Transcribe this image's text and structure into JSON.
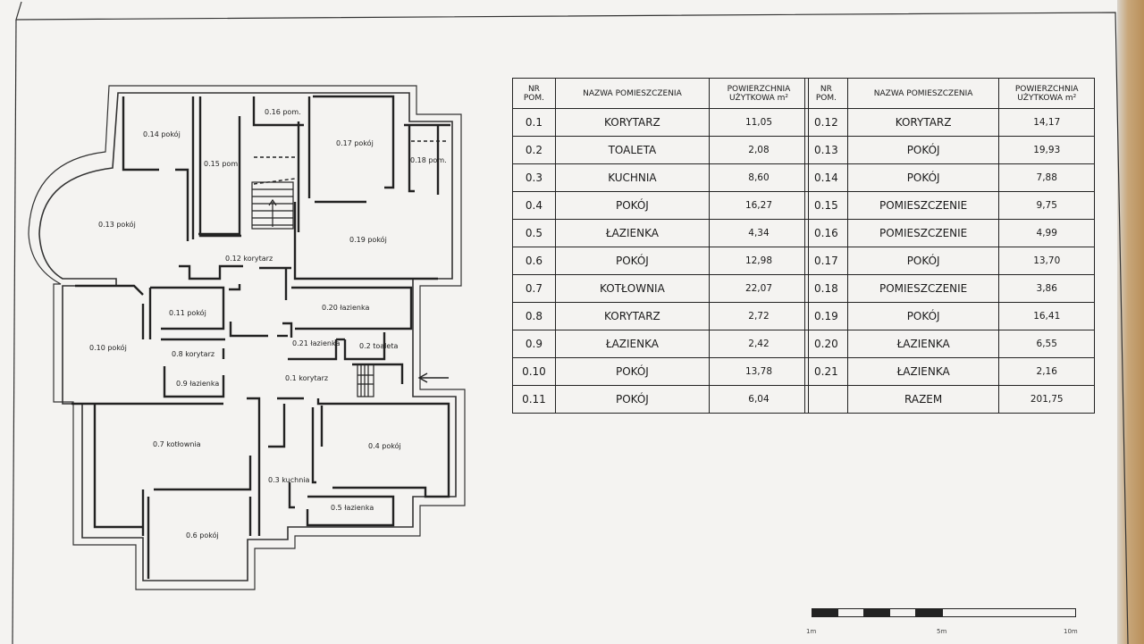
{
  "plan": {
    "rooms": [
      {
        "id": "0.14",
        "label": "0.14 pokój"
      },
      {
        "id": "0.15",
        "label": "0.15 pom."
      },
      {
        "id": "0.16",
        "label": "0.16 pom."
      },
      {
        "id": "0.17",
        "label": "0.17 pokój"
      },
      {
        "id": "0.18",
        "label": "0.18 pom."
      },
      {
        "id": "0.13",
        "label": "0.13 pokój"
      },
      {
        "id": "0.19",
        "label": "0.19 pokój"
      },
      {
        "id": "0.12",
        "label": "0.12 korytarz"
      },
      {
        "id": "0.11",
        "label": "0.11 pokój"
      },
      {
        "id": "0.20",
        "label": "0.20 łazienka"
      },
      {
        "id": "0.10",
        "label": "0.10 pokój"
      },
      {
        "id": "0.8",
        "label": "0.8 korytarz"
      },
      {
        "id": "0.21",
        "label": "0.21 łazienka"
      },
      {
        "id": "0.2",
        "label": "0.2 toaleta"
      },
      {
        "id": "0.9",
        "label": "0.9 łazienka"
      },
      {
        "id": "0.1",
        "label": "0.1 korytarz"
      },
      {
        "id": "0.7",
        "label": "0.7 kotłownia"
      },
      {
        "id": "0.4",
        "label": "0.4 pokój"
      },
      {
        "id": "0.3",
        "label": "0.3 kuchnia"
      },
      {
        "id": "0.5",
        "label": "0.5 łazienka"
      },
      {
        "id": "0.6",
        "label": "0.6 pokój"
      }
    ]
  },
  "table": {
    "header": {
      "nr_line1": "NR",
      "nr_line2": "POM.",
      "name": "NAZWA POMIESZCZENIA",
      "area_line1": "POWIERZCHNIA",
      "area_line2": "UŻYTKOWA m²"
    },
    "left_rows": [
      {
        "nr": "0.1",
        "name": "KORYTARZ",
        "area": "11,05"
      },
      {
        "nr": "0.2",
        "name": "TOALETA",
        "area": "2,08"
      },
      {
        "nr": "0.3",
        "name": "KUCHNIA",
        "area": "8,60"
      },
      {
        "nr": "0.4",
        "name": "POKÓJ",
        "area": "16,27"
      },
      {
        "nr": "0.5",
        "name": "ŁAZIENKA",
        "area": "4,34"
      },
      {
        "nr": "0.6",
        "name": "POKÓJ",
        "area": "12,98"
      },
      {
        "nr": "0.7",
        "name": "KOTŁOWNIA",
        "area": "22,07"
      },
      {
        "nr": "0.8",
        "name": "KORYTARZ",
        "area": "2,72"
      },
      {
        "nr": "0.9",
        "name": "ŁAZIENKA",
        "area": "2,42"
      },
      {
        "nr": "0.10",
        "name": "POKÓJ",
        "area": "13,78"
      },
      {
        "nr": "0.11",
        "name": "POKÓJ",
        "area": "6,04"
      }
    ],
    "right_rows": [
      {
        "nr": "0.12",
        "name": "KORYTARZ",
        "area": "14,17"
      },
      {
        "nr": "0.13",
        "name": "POKÓJ",
        "area": "19,93"
      },
      {
        "nr": "0.14",
        "name": "POKÓJ",
        "area": "7,88"
      },
      {
        "nr": "0.15",
        "name": "POMIESZCZENIE",
        "area": "9,75"
      },
      {
        "nr": "0.16",
        "name": "POMIESZCZENIE",
        "area": "4,99"
      },
      {
        "nr": "0.17",
        "name": "POKÓJ",
        "area": "13,70"
      },
      {
        "nr": "0.18",
        "name": "POMIESZCZENIE",
        "area": "3,86"
      },
      {
        "nr": "0.19",
        "name": "POKÓJ",
        "area": "16,41"
      },
      {
        "nr": "0.20",
        "name": "ŁAZIENKA",
        "area": "6,55"
      },
      {
        "nr": "0.21",
        "name": "ŁAZIENKA",
        "area": "2,16"
      }
    ],
    "total": {
      "nr": "",
      "name": "RAZEM",
      "area": "201,75"
    }
  },
  "scale": {
    "labels": [
      "1m",
      "5m",
      "10m"
    ]
  },
  "colors": {
    "ink": "#222222",
    "paper": "#f4f3f1"
  }
}
